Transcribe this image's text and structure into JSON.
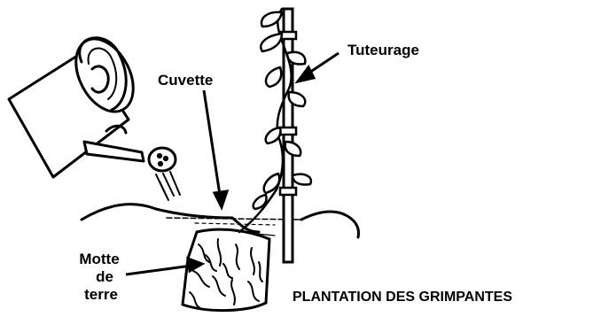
{
  "labels": {
    "tuteurage": "Tuteurage",
    "cuvette": "Cuvette",
    "motte_line1": "Motte",
    "motte_line2": "de",
    "motte_line3": "terre",
    "title": "PLANTATION DES GRIMPANTES"
  },
  "colors": {
    "ink": "#000000",
    "paper": "#ffffff"
  }
}
